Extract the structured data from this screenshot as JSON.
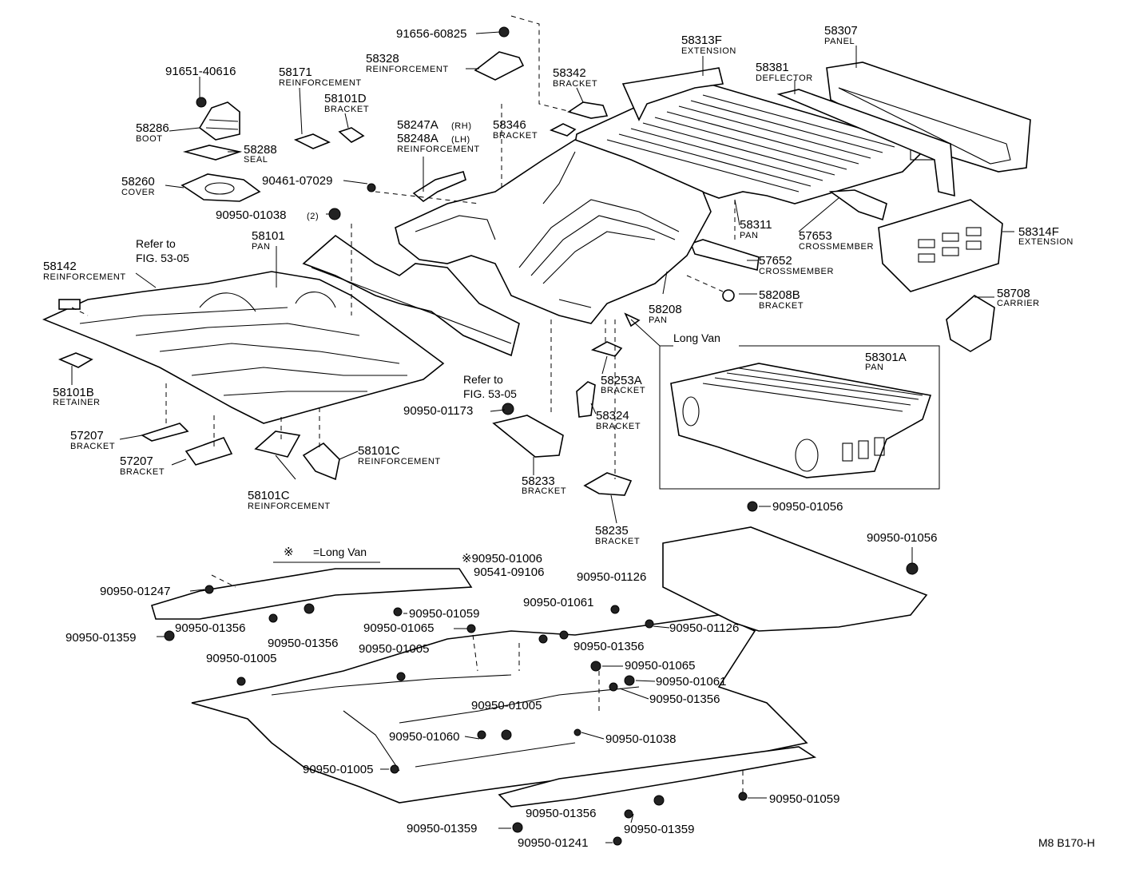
{
  "callouts": {
    "c_91656_60825": {
      "num": "91656-60825"
    },
    "c_58313f": {
      "num": "58313F",
      "name": "EXTENSION"
    },
    "c_58307": {
      "num": "58307",
      "name": "PANEL"
    },
    "c_58328": {
      "num": "58328",
      "name": "REINFORCEMENT"
    },
    "c_58342": {
      "num": "58342",
      "name": "BRACKET"
    },
    "c_58381": {
      "num": "58381",
      "name": "DEFLECTOR"
    },
    "c_91651_40616": {
      "num": "91651-40616"
    },
    "c_58171": {
      "num": "58171",
      "name": "REINFORCEMENT"
    },
    "c_58101d": {
      "num": "58101D",
      "name": "BRACKET"
    },
    "c_58286": {
      "num": "58286",
      "name": "BOOT"
    },
    "c_58288": {
      "num": "58288",
      "name": "SEAL"
    },
    "c_58247a": {
      "num": "58247A",
      "suffix": "(RH)"
    },
    "c_58248a": {
      "num": "58248A",
      "suffix": "(LH)",
      "name": "REINFORCEMENT"
    },
    "c_58346": {
      "num": "58346",
      "name": "BRACKET"
    },
    "c_58260": {
      "num": "58260",
      "name": "COVER"
    },
    "c_90461_07029": {
      "num": "90461-07029"
    },
    "c_90950_01038_top": {
      "num": "90950-01038",
      "qty": "(2)"
    },
    "c_58101": {
      "num": "58101",
      "name": "PAN"
    },
    "c_58311": {
      "num": "58311",
      "name": "PAN"
    },
    "c_57653": {
      "num": "57653",
      "name": "CROSSMEMBER"
    },
    "c_58314f": {
      "num": "58314F",
      "name": "EXTENSION"
    },
    "c_57652": {
      "num": "57652",
      "name": "CROSSMEMBER"
    },
    "c_58142": {
      "num": "58142",
      "name": "REINFORCEMENT"
    },
    "c_58208b": {
      "num": "58208B",
      "name": "BRACKET"
    },
    "c_58708": {
      "num": "58708",
      "name": "CARRIER"
    },
    "c_58208": {
      "num": "58208",
      "name": "PAN"
    },
    "c_58301a": {
      "num": "58301A",
      "name": "PAN"
    },
    "c_58101b": {
      "num": "58101B",
      "name": "RETAINER"
    },
    "c_58253a": {
      "num": "58253A",
      "name": "BRACKET"
    },
    "c_90950_01173": {
      "num": "90950-01173"
    },
    "c_58324": {
      "num": "58324",
      "name": "BRACKET"
    },
    "c_57207_a": {
      "num": "57207",
      "name": "BRACKET"
    },
    "c_57207_b": {
      "num": "57207",
      "name": "BRACKET"
    },
    "c_58101c_a": {
      "num": "58101C",
      "name": "REINFORCEMENT"
    },
    "c_58101c_b": {
      "num": "58101C",
      "name": "REINFORCEMENT"
    },
    "c_58233": {
      "num": "58233",
      "name": "BRACKET"
    },
    "c_58235": {
      "num": "58235",
      "name": "BRACKET"
    },
    "c_90950_01056_a": {
      "num": "90950-01056"
    },
    "c_90950_01056_b": {
      "num": "90950-01056"
    }
  },
  "refs": {
    "refer_top_1": "Refer to",
    "refer_top_2": "FIG. 53-05",
    "refer_mid_1": "Refer to",
    "refer_mid_2": "FIG. 53-05",
    "long_van_box": "Long Van",
    "legend_mark": "※",
    "legend_text": "=Long Van",
    "diagram_code": "M8 B170-H"
  },
  "plugs": {
    "p1": "※90950-01006",
    "p2": "90541-09106",
    "p3": "90950-01126",
    "p4": "90950-01247",
    "p5": "90950-01059",
    "p6": "90950-01061",
    "p7": "90950-01065",
    "p8": "90950-01126",
    "p9": "90950-01359",
    "p10": "90950-01356",
    "p11": "90950-01356",
    "p12": "90950-01005",
    "p13": "90950-01356",
    "p14": "90950-01005",
    "p15": "90950-01065",
    "p16": "90950-01061",
    "p17": "90950-01356",
    "p18": "90950-01005",
    "p19": "90950-01060",
    "p20": "90950-01038",
    "p21": "90950-01005",
    "p22": "90950-01059",
    "p23": "90950-01356",
    "p24": "90950-01359",
    "p25": "90950-01359",
    "p26": "90950-01241"
  }
}
